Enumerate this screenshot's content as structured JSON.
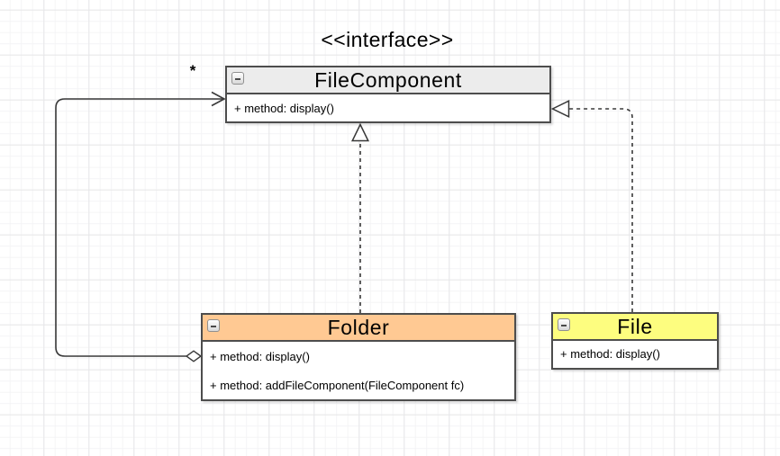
{
  "diagram": {
    "stereotype": "<<interface>>",
    "multiplicity": "*"
  },
  "classes": {
    "fileComponent": {
      "title": "FileComponent",
      "header_color": "#ececec",
      "methods": [
        "+ method: display()"
      ]
    },
    "folder": {
      "title": "Folder",
      "header_color": "#ffc993",
      "methods": [
        "+ method: display()",
        "+ method: addFileComponent(FileComponent fc)"
      ]
    },
    "file": {
      "title": "File",
      "header_color": "#fdfd7f",
      "methods": [
        "+ method: display()"
      ]
    }
  },
  "relationships": [
    {
      "type": "realization",
      "from": "Folder",
      "to": "FileComponent",
      "line": "dashed",
      "arrowhead": "hollow-triangle"
    },
    {
      "type": "realization",
      "from": "File",
      "to": "FileComponent",
      "line": "dashed",
      "arrowhead": "hollow-triangle"
    },
    {
      "type": "aggregation",
      "from": "Folder",
      "to": "FileComponent",
      "line": "solid",
      "source_marker": "hollow-diamond",
      "target_marker": "open-arrow",
      "target_multiplicity": "*"
    }
  ],
  "colors": {
    "box_border": "#4d4d4d",
    "edge_stroke": "#383838",
    "grid_minor": "#f4f4f6",
    "grid_major": "#e7e7e9",
    "canvas_bg": "#ffffff"
  }
}
